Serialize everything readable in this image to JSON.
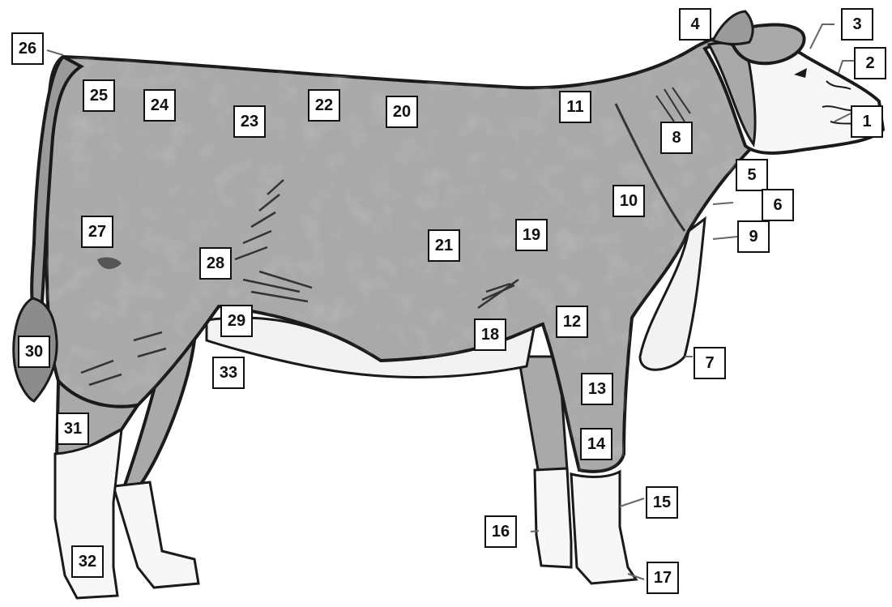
{
  "colors": {
    "body": "#a9a9a9",
    "white": "#f7f7f7",
    "outline": "#1a1a1a"
  },
  "labels": [
    "1",
    "2",
    "3",
    "4",
    "5",
    "6",
    "7",
    "8",
    "9",
    "10",
    "11",
    "12",
    "13",
    "14",
    "15",
    "16",
    "17",
    "18",
    "19",
    "20",
    "21",
    "22",
    "23",
    "24",
    "25",
    "26",
    "27",
    "28",
    "29",
    "30",
    "31",
    "32",
    "33"
  ]
}
